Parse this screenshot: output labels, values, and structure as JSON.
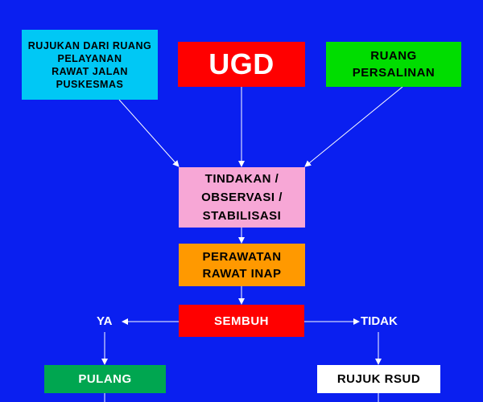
{
  "nodes": {
    "rujukan": {
      "label": "RUJUKAN  DARI  RUANG\nPELAYANAN\nRAWAT  JALAN\nPUSKESMAS",
      "color": "#00c8f5"
    },
    "ugd": {
      "label": "UGD",
      "color": "#ff0000"
    },
    "persalinan": {
      "label": "RUANG\nPERSALINAN",
      "color": "#00dd00"
    },
    "tindakan": {
      "label": "TINDAKAN  /\nOBSERVASI  /\nSTABILISASI",
      "color": "#f7a7d6"
    },
    "perawatan": {
      "label": "PERAWATAN\nRAWAT  INAP",
      "color": "#ff9900"
    },
    "sembuh": {
      "label": "SEMBUH",
      "color": "#ff0000"
    },
    "pulang": {
      "label": "PULANG",
      "color": "#00a650"
    },
    "rujuk": {
      "label": "RUJUK  RSUD",
      "color": "#ffffff"
    }
  },
  "branches": {
    "yes": "YA",
    "no": "TIDAK"
  },
  "colors": {
    "background": "#0a1ff0",
    "connector": "#ffffff"
  }
}
